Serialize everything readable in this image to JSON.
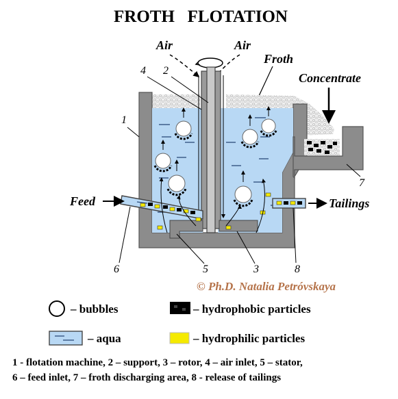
{
  "title": "FROTH   FLOTATION",
  "labels": {
    "air_left": "Air",
    "air_right": "Air",
    "froth": "Froth",
    "concentrate": "Concentrate",
    "feed": "Feed",
    "tailings": "Tailings",
    "copyright": "© Ph.D. Natalia Petróvskaya"
  },
  "numbers": [
    "1",
    "2",
    "3",
    "4",
    "5",
    "6",
    "7",
    "8"
  ],
  "legend": {
    "bubbles": "– bubbles",
    "hydrophobic": "– hydrophobic particles",
    "aqua": "– aqua",
    "hydrophilic": "– hydrophilic particles"
  },
  "caption": {
    "line1": "1 - flotation machine, 2 – support, 3 – rotor, 4 – air inlet, 5 – stator,",
    "line2": "6 – feed inlet, 7 – froth discharging area, 8 - release of tailings"
  },
  "colors": {
    "tank": "#8c8c8c",
    "aqua": "#b8d8f4",
    "froth": "#e8e8e8",
    "hydrophilic": "#f5ea00",
    "hydrophobic": "#000000",
    "copyright": "#b5734a"
  }
}
